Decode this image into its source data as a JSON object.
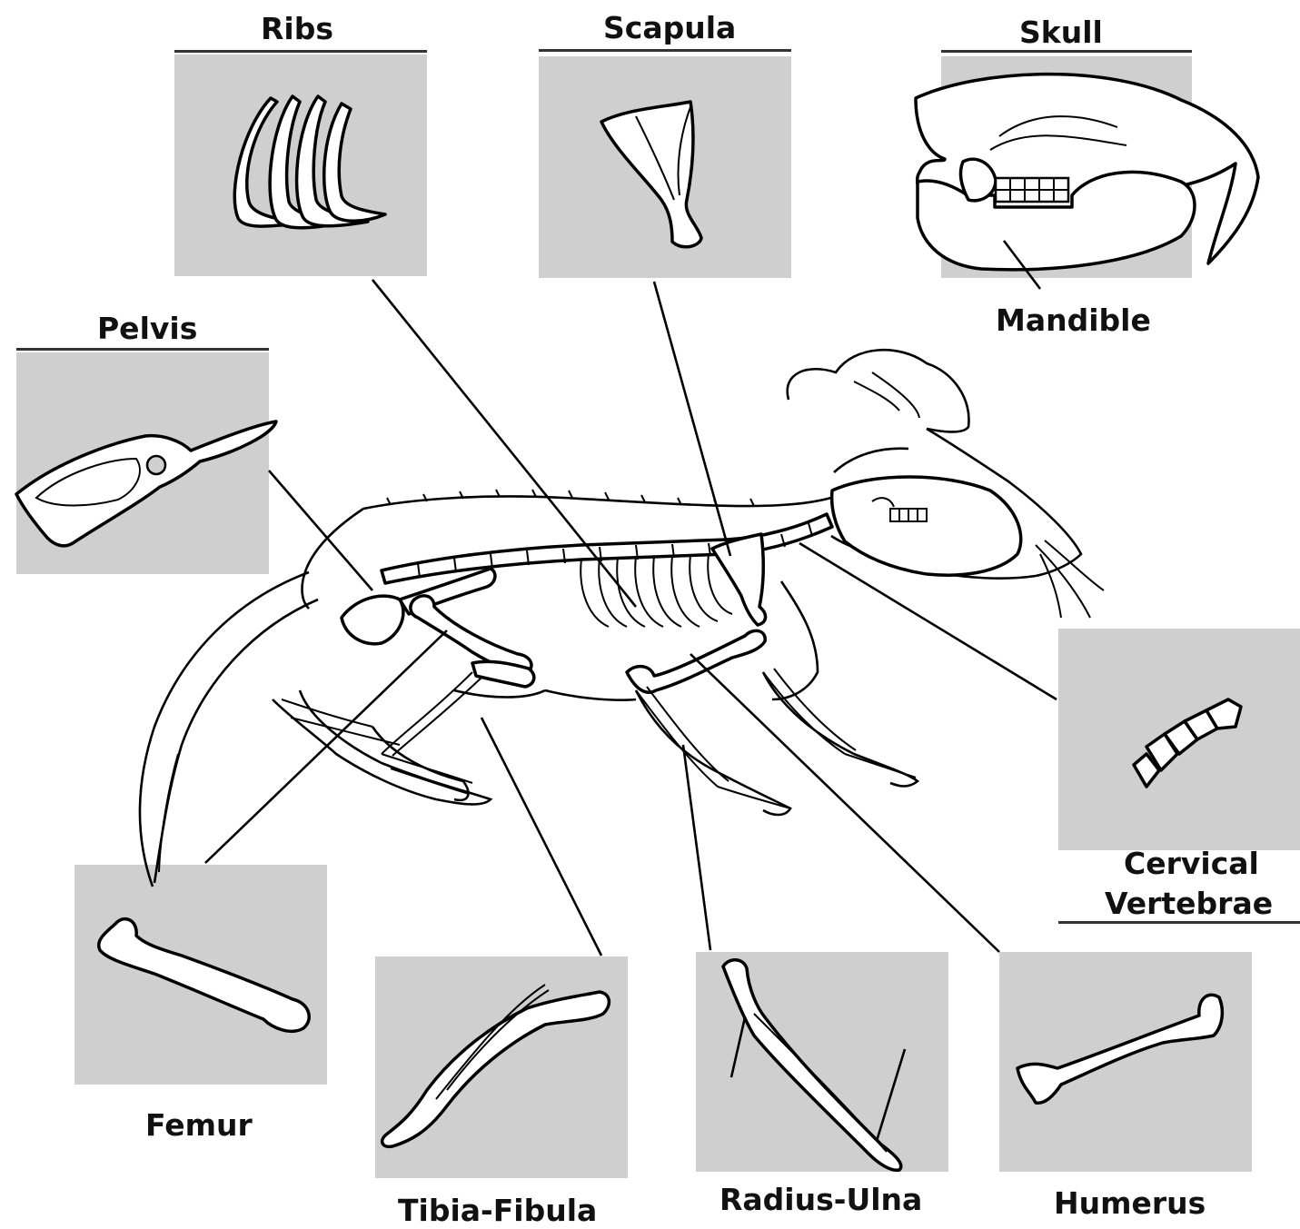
{
  "labels": {
    "ribs": "Ribs",
    "scapula": "Scapula",
    "skull": "Skull",
    "mandible": "Mandible",
    "pelvis": "Pelvis",
    "cervical_line1": "Cervical",
    "cervical_line2": "Vertebrae",
    "femur": "Femur",
    "tibia_fibula": "Tibia-Fibula",
    "radius_ulna": "Radius-Ulna",
    "humerus": "Humerus"
  },
  "colors": {
    "panel": "#cfcfcf",
    "ink": "#000000",
    "background": "#ffffff"
  }
}
